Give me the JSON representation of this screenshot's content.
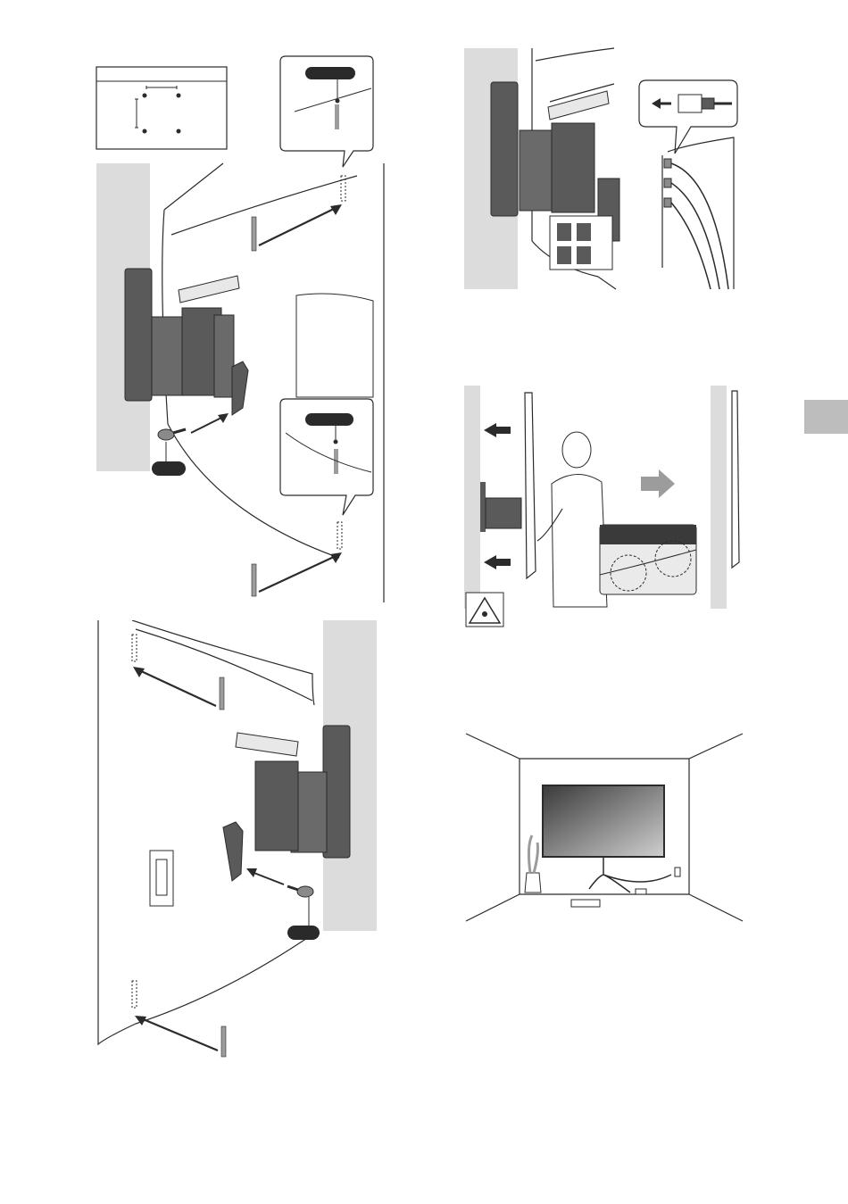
{
  "colors": {
    "wall": "#dcdcdc",
    "bracket": "#5a5a5a",
    "bracket_dark": "#3c3c3c",
    "line": "#2b2b2b",
    "label_pill": "#2a2a2a",
    "edge_tab": "#bdbdbd",
    "arrow_gray": "#9c9c9c"
  },
  "icons": [
    "screw-hole-template",
    "wall-bracket",
    "screw-icon",
    "arrow-icon",
    "cable-connector-icon",
    "caution-pinch-icon",
    "person",
    "room-tv"
  ]
}
